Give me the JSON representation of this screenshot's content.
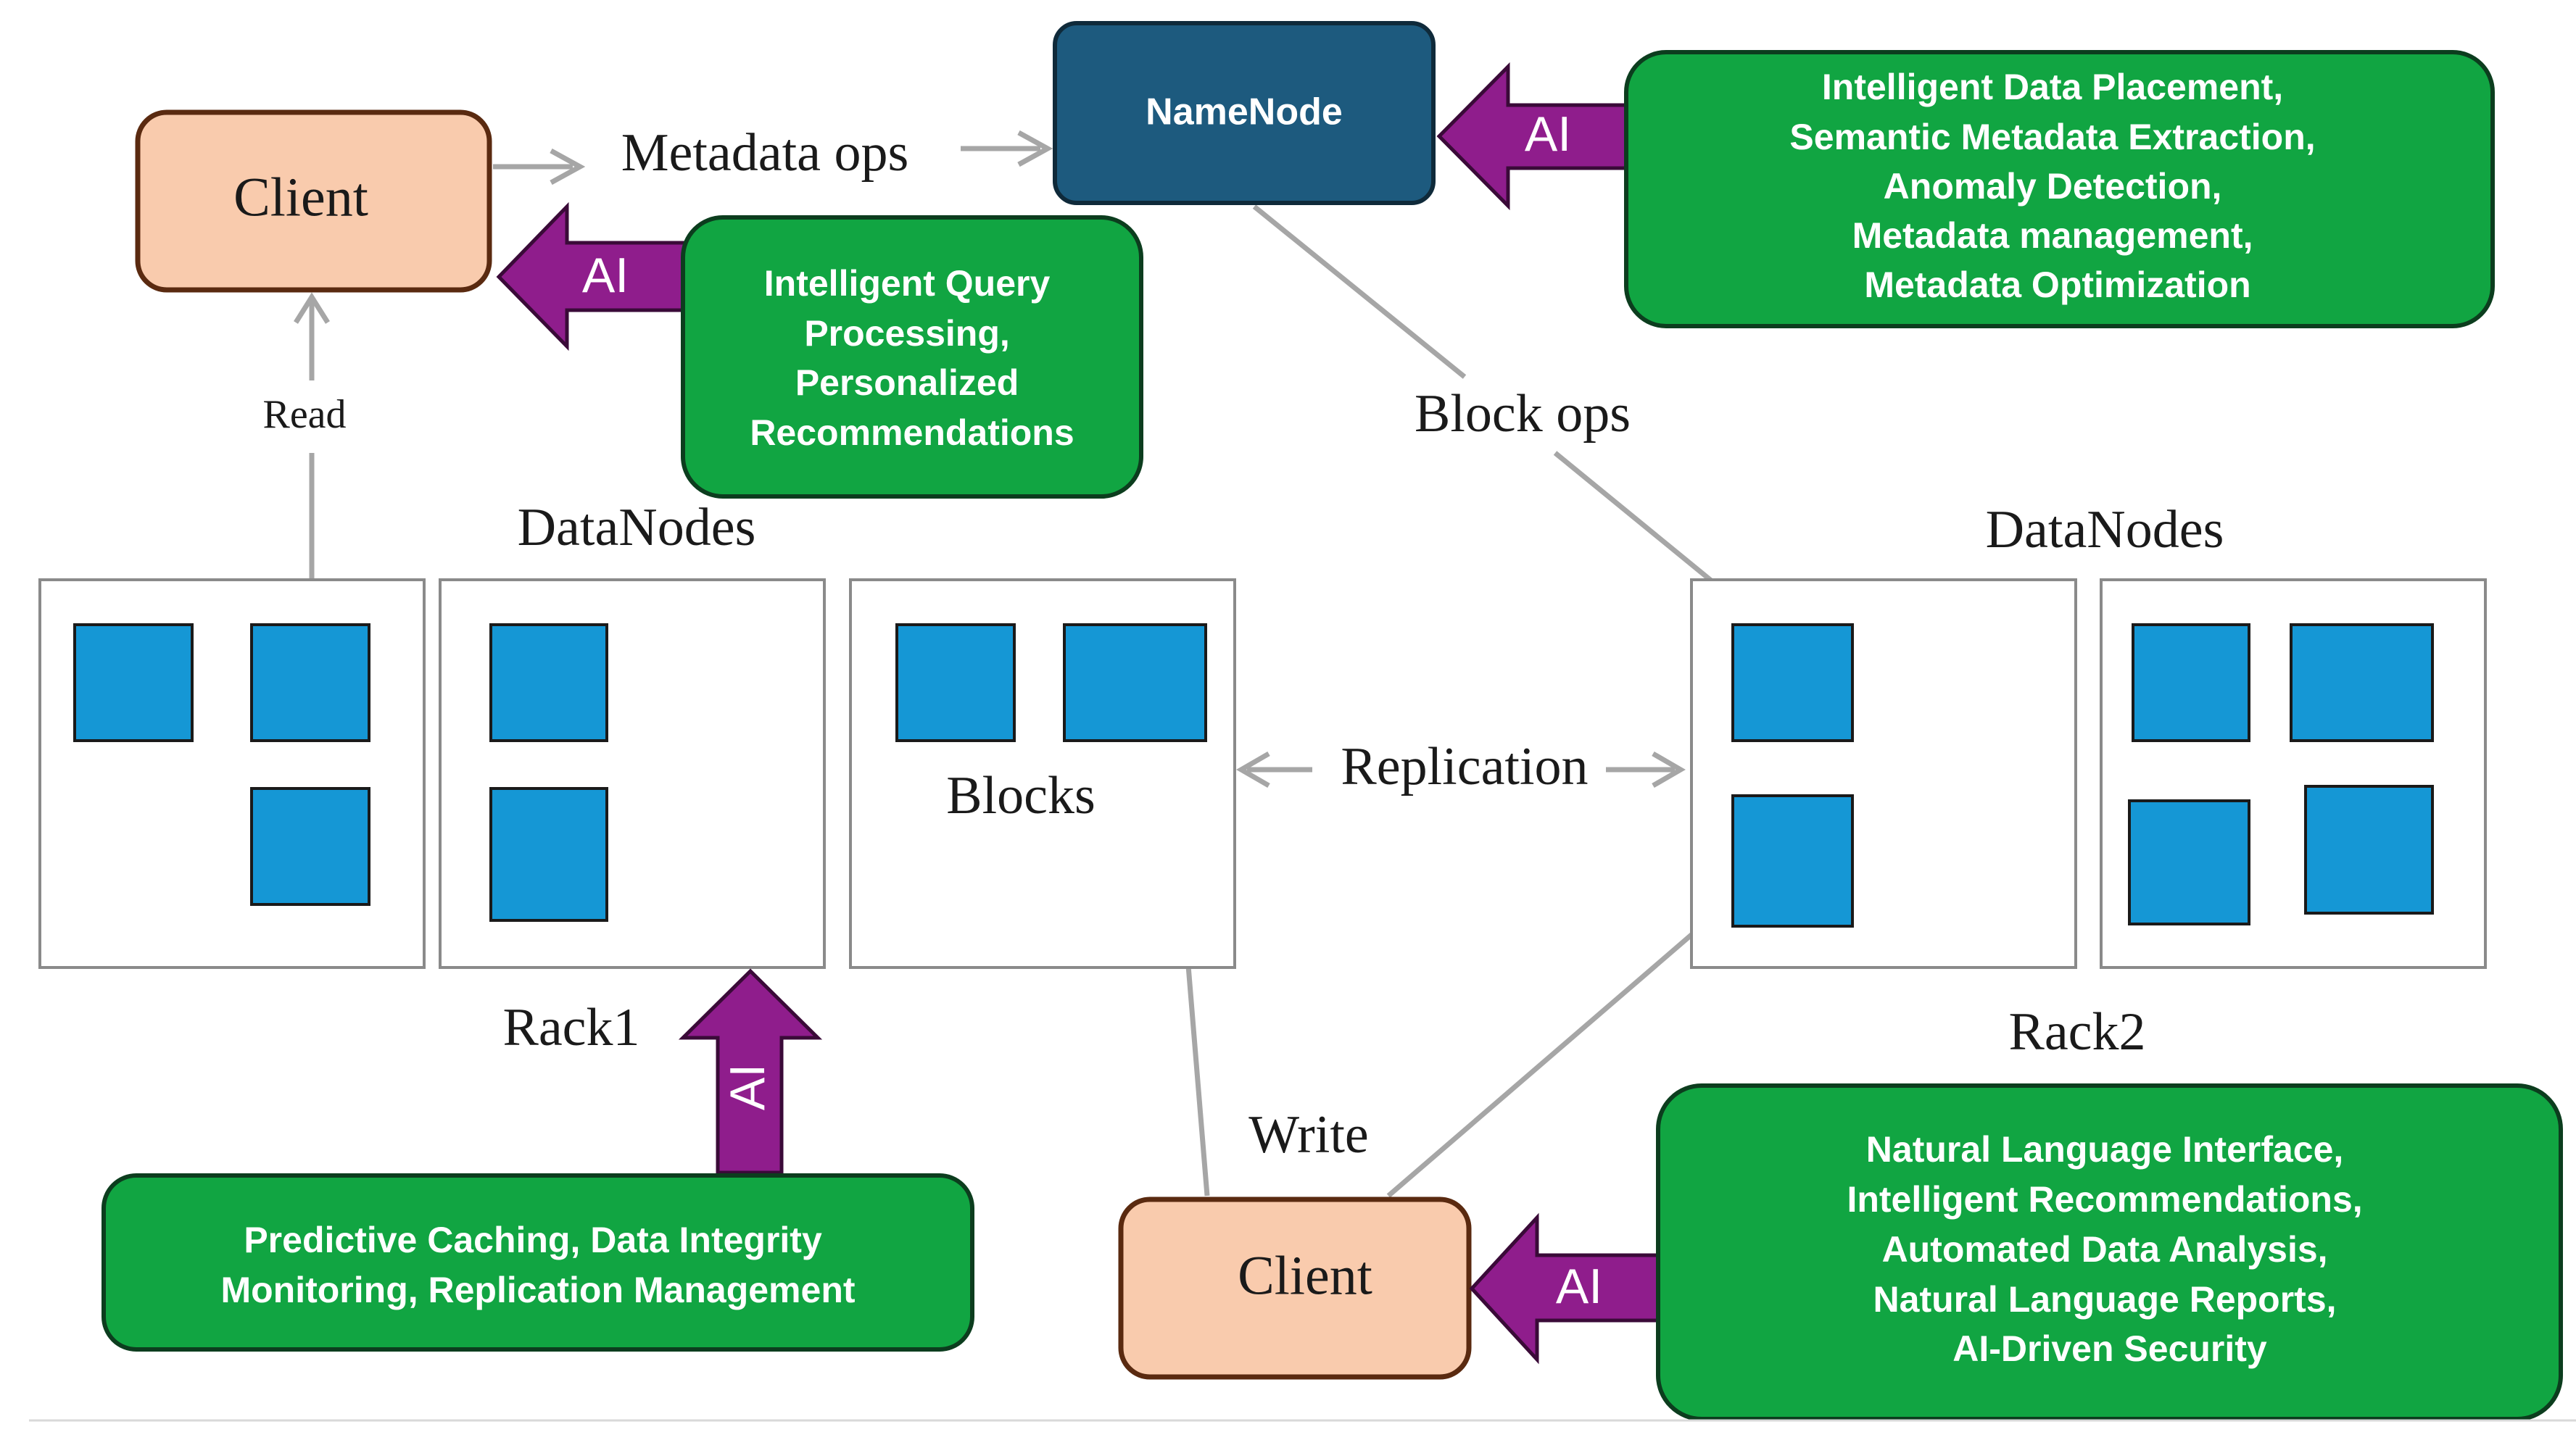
{
  "labels": {
    "client_top": "Client",
    "metadata_ops": "Metadata ops",
    "namenode": "NameNode",
    "read": "Read",
    "block_ops": "Block ops",
    "datanodes_left": "DataNodes",
    "datanodes_right": "DataNodes",
    "blocks": "Blocks",
    "replication": "Replication",
    "rack1": "Rack1",
    "rack2": "Rack2",
    "write": "Write",
    "client_bottom": "Client"
  },
  "ai_label": "AI",
  "green_boxes": {
    "namenode_features": [
      "Intelligent Data Placement,",
      "Semantic Metadata Extraction,",
      "Anomaly Detection,",
      "Metadata management,",
      "Metadata Optimization"
    ],
    "client_top_features": [
      "Intelligent Query",
      "Processing,",
      "Personalized",
      "Recommendations"
    ],
    "rack1_features": [
      "Predictive Caching, Data Integrity",
      "Monitoring, Replication Management"
    ],
    "client_bottom_features": [
      "Natural Language Interface,",
      "Intelligent Recommendations,",
      "Automated Data Analysis,",
      "Natural Language Reports,",
      "AI-Driven Security"
    ]
  },
  "colors": {
    "client_fill": "#f9cbad",
    "client_stroke": "#7a3a1a",
    "namenode_fill": "#1d5a7e",
    "green_fill": "#11a542",
    "green_stroke": "#0c3d1e",
    "ai_arrow": "#8f1d8c",
    "block_fill": "#1597d5",
    "connector": "#a6a6a6"
  }
}
